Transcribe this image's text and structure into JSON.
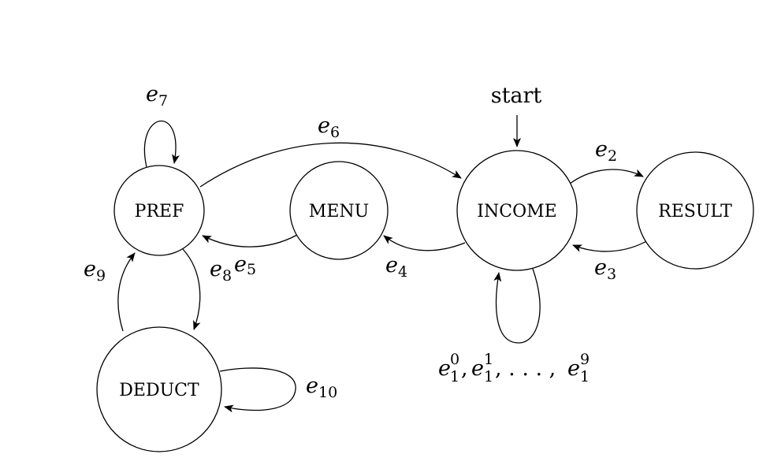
{
  "nodes": {
    "pref": "PREF",
    "menu": "MENU",
    "income": "INCOME",
    "result": "RESULT",
    "deduct": "DEDUCT"
  },
  "start_label": "start",
  "edges": {
    "e2": {
      "base": "e",
      "sub": "2"
    },
    "e3": {
      "base": "e",
      "sub": "3"
    },
    "e4": {
      "base": "e",
      "sub": "4"
    },
    "e5": {
      "base": "e",
      "sub": "5"
    },
    "e6": {
      "base": "e",
      "sub": "6"
    },
    "e7": {
      "base": "e",
      "sub": "7"
    },
    "e8": {
      "base": "e",
      "sub": "8"
    },
    "e9": {
      "base": "e",
      "sub": "9"
    },
    "e10": {
      "base": "e",
      "sub": "10"
    },
    "e1_loop": {
      "first": {
        "base": "e",
        "sub": "1",
        "sup": "0"
      },
      "sep1": ",",
      "second": {
        "base": "e",
        "sub": "1",
        "sup": "1"
      },
      "ellipsis": ", . . . ,",
      "last": {
        "base": "e",
        "sub": "1",
        "sup": "9"
      }
    }
  }
}
